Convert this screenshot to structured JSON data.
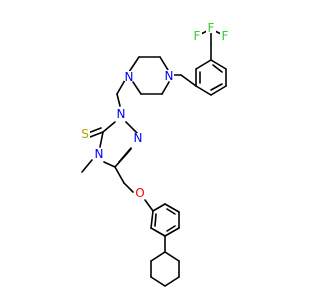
{
  "figure": {
    "type": "chemical-structure",
    "background": "#ffffff"
  },
  "colors": {
    "carbon_bond": "#000000",
    "nitrogen": "#0000ff",
    "oxygen": "#ff0000",
    "sulfur": "#b8a000",
    "fluorine": "#33cc33"
  },
  "atoms": {
    "F_a": "F",
    "F_b": "F",
    "F_c": "F",
    "N_pip_top": "N",
    "N_pip_bot": "N",
    "N_ring_1": "N",
    "N_ring_2": "N",
    "N_ring_4": "N",
    "S_thione": "S",
    "O_ether": "O",
    "methyl_label": "CH3-implied"
  }
}
